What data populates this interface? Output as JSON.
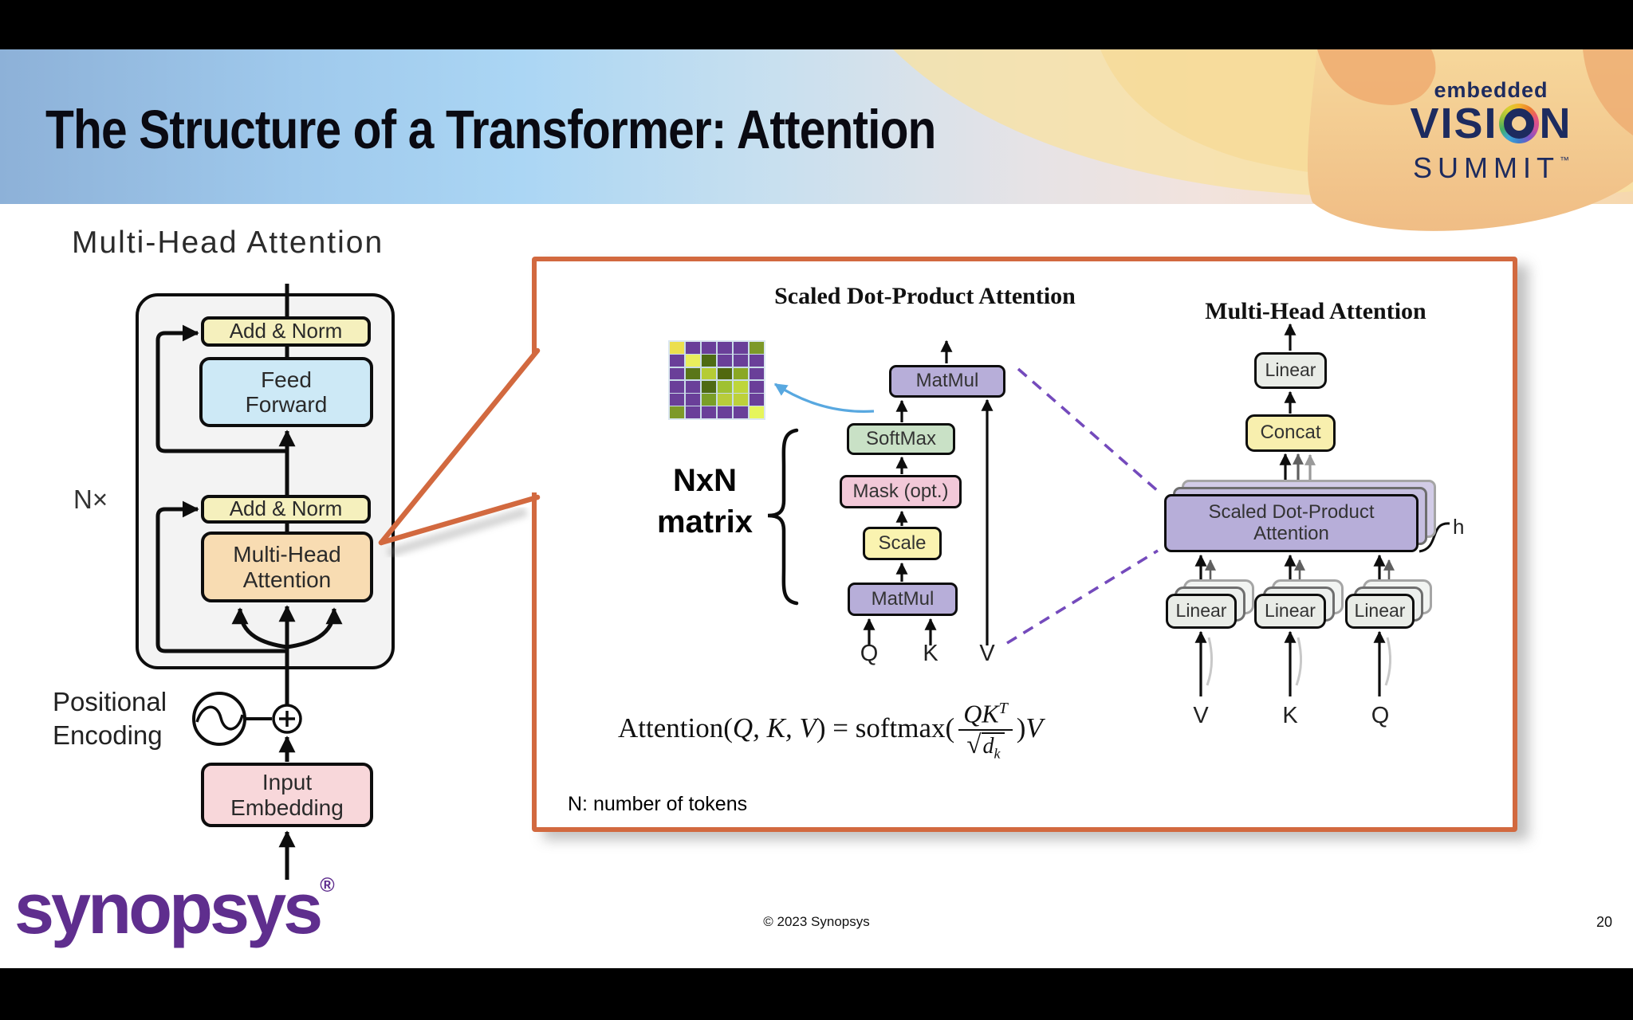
{
  "slide": {
    "title": "The Structure of a Transformer: Attention",
    "page_number": "20",
    "copyright": "© 2023 Synopsys",
    "brand": "synopsys",
    "brand_reg": "®"
  },
  "evs_logo": {
    "embedded": "embedded",
    "vision_pre": "VISI",
    "vision_post": "N",
    "summit": "SUMMIT",
    "tm": "™"
  },
  "left_diagram": {
    "heading": "Multi-Head Attention",
    "repeat_label": "N×",
    "add_norm_top": "Add & Norm",
    "feed_forward": "Feed\nForward",
    "add_norm_bottom": "Add & Norm",
    "multi_head_attention": "Multi-Head\nAttention",
    "positional_encoding": "Positional\nEncoding",
    "input_embedding": "Input\nEmbedding"
  },
  "panel": {
    "sdpa_title": "Scaled Dot-Product Attention",
    "mha_title": "Multi-Head Attention",
    "nxn_label": "NxN\nmatrix",
    "note": "N: number of tokens",
    "sdpa": {
      "matmul_top": "MatMul",
      "softmax": "SoftMax",
      "mask": "Mask (opt.)",
      "scale": "Scale",
      "matmul_bottom": "MatMul",
      "q": "Q",
      "k": "K",
      "v": "V"
    },
    "mha": {
      "linear_out": "Linear",
      "concat": "Concat",
      "sdpa_box": "Scaled Dot-Product\nAttention",
      "h_label": "h",
      "linear_v": "Linear",
      "linear_k": "Linear",
      "linear_q": "Linear",
      "v": "V",
      "k": "K",
      "q": "Q"
    },
    "formula": {
      "fn": "Attention(",
      "args": "Q, K, V",
      "mid": ") = softmax(",
      "num_base": "QK",
      "num_sup": "T",
      "radical": "√",
      "den_base": "d",
      "den_sub": "k",
      "close": ")",
      "tail": "V"
    },
    "matrix": {
      "rows": 6,
      "cols": 6,
      "cells": [
        [
          "#ecdf4e",
          "#6a3f99",
          "#6a3f99",
          "#6a3f99",
          "#6a3f99",
          "#7d9929"
        ],
        [
          "#6a3f99",
          "#e9ef5d",
          "#4e6b14",
          "#6a3f99",
          "#6a3f99",
          "#6a3f99"
        ],
        [
          "#6a3f99",
          "#5a7618",
          "#b5cc34",
          "#51680f",
          "#8aa824",
          "#6a3f99"
        ],
        [
          "#6a3f99",
          "#6a3f99",
          "#4e6b14",
          "#9fc131",
          "#bed63a",
          "#6a3f99"
        ],
        [
          "#6a3f99",
          "#6a3f99",
          "#7a9e27",
          "#b8cc3a",
          "#bdd13b",
          "#6a3f99"
        ],
        [
          "#7d9929",
          "#6a3f99",
          "#6a3f99",
          "#6a3f99",
          "#6a3f99",
          "#e6f55b"
        ]
      ]
    }
  },
  "colors": {
    "accent_orange": "#d2693f",
    "dashed_purple": "#744abc",
    "callout_blue": "#58a8e0",
    "box_yellow": "#f5f0bd",
    "box_blue": "#cde9f6",
    "box_orange": "#f8dcb2",
    "box_pink": "#f8d7da",
    "box_mask_pink": "#f2c8d8",
    "box_green": "#c9e1c6",
    "box_lavender": "#b7aed9",
    "box_linear_gray": "#e9ece7",
    "synopsys_purple": "#5f2e8e",
    "logo_navy": "#1d2b5f"
  }
}
